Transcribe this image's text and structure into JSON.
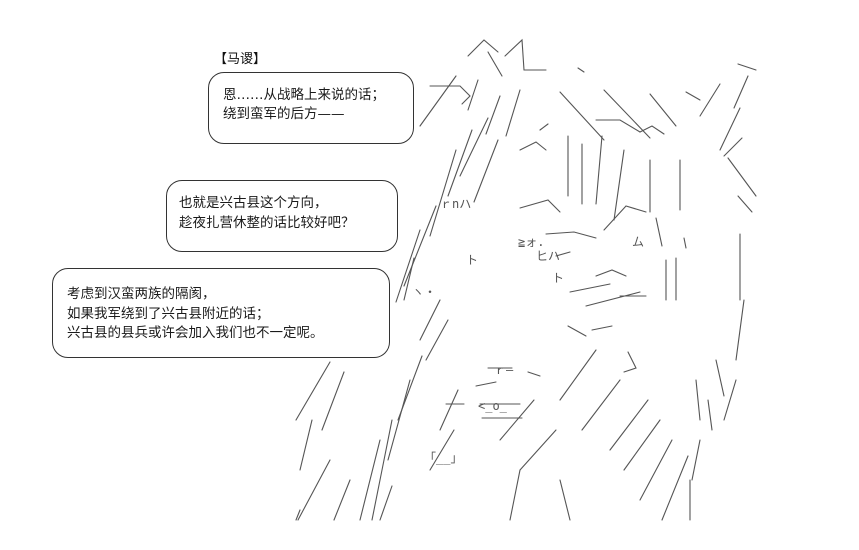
{
  "speaker": "【马谡】",
  "bubbles": [
    {
      "lines": [
        "恩……从战略上来说的话；",
        "绕到蛮军的后方——"
      ]
    },
    {
      "lines": [
        "也就是兴古县这个方向，",
        "趁夜扎营休整的话比较好吧？"
      ]
    },
    {
      "lines": [
        "考虑到汉蛮两族的隔阂，",
        "如果我军绕到了兴古县附近的话；",
        "兴古县的县兵或许会加入我们也不一定呢。"
      ]
    }
  ],
  "art_text": {
    "t1": "ｒnハ",
    "t2": "ヒハ",
    "t3": "ト",
    "t4": "≧ォ.",
    "t5": "ト",
    "t6": "ム",
    "t7": "ｒ―",
    "t8": "「__」",
    "t9": "<_o_",
    "t10": "ヽ・"
  }
}
